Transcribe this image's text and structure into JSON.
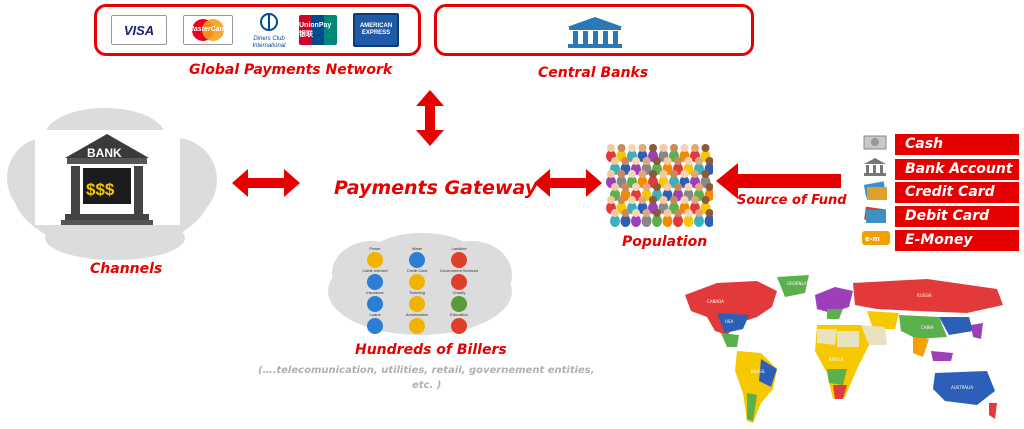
{
  "top": {
    "payments_network_label": "Global Payments Network",
    "central_banks_label": "Central Banks",
    "card_logos": [
      {
        "name": "visa",
        "text": "VISA",
        "color": "#1a1f71"
      },
      {
        "name": "mastercard",
        "text": "MasterCard",
        "color": "#eb001b"
      },
      {
        "name": "diners-club",
        "text": "Diners Club International",
        "color": "#004a97"
      },
      {
        "name": "unionpay",
        "text": "UnionPay 银联",
        "color": "#d10429"
      },
      {
        "name": "american-express",
        "text": "AMERICAN EXPRESS",
        "color": "#1f5aa6"
      }
    ]
  },
  "center": {
    "gateway_label": "Payments Gateway"
  },
  "left": {
    "bank_sign": "BANK",
    "bank_money": "$$$",
    "channels_label": "Channels"
  },
  "right": {
    "population_label": "Population",
    "source_label": "Source of Fund",
    "funds": [
      {
        "label": "Cash",
        "icon": "cash-icon"
      },
      {
        "label": "Bank Account",
        "icon": "bank-account-icon"
      },
      {
        "label": "Credit Card",
        "icon": "credit-card-icon"
      },
      {
        "label": "Debit Card",
        "icon": "debit-card-icon"
      },
      {
        "label": "E-Money",
        "icon": "e-money-icon"
      }
    ]
  },
  "billers": {
    "label": "Hundreds of Billers",
    "sub_line1": "(….telecomunication, utilities, retail, governement entities,",
    "sub_line2": "etc. )",
    "items": [
      {
        "label": "Power",
        "color": "#f0b400"
      },
      {
        "label": "Water",
        "color": "#2a7fd4"
      },
      {
        "label": "Landline",
        "color": "#e0402a"
      },
      {
        "label": "Cable Internet",
        "color": "#2a7fd4"
      },
      {
        "label": "Credit Card",
        "color": "#f0b400"
      },
      {
        "label": "Government Services",
        "color": "#e0402a"
      },
      {
        "label": "Insurance",
        "color": "#2a7fd4"
      },
      {
        "label": "Ticketing",
        "color": "#f0b400"
      },
      {
        "label": "Charity",
        "color": "#5a9a3a"
      },
      {
        "label": "Loans",
        "color": "#2a7fd4"
      },
      {
        "label": "Amortization",
        "color": "#f0b400"
      },
      {
        "label": "Education",
        "color": "#e0402a"
      }
    ]
  },
  "colors": {
    "accent": "#e60000",
    "cloud": "#dcdcdc"
  }
}
